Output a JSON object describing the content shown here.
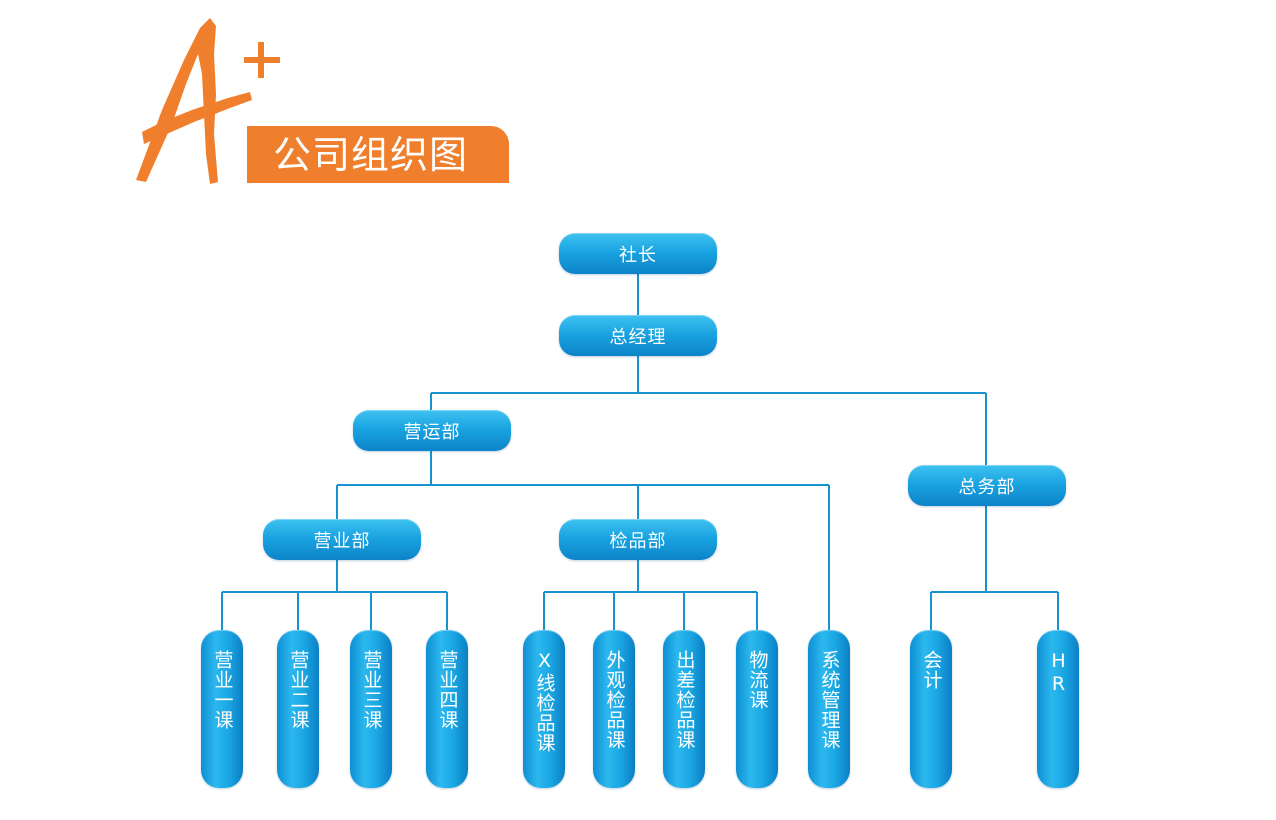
{
  "header": {
    "title": "公司组织图",
    "logo_text": "A+"
  },
  "colors": {
    "accent_orange": "#f07f2d",
    "node_blue": "#1aa4e1",
    "line_blue": "#1693cf"
  },
  "org": {
    "president": "社长",
    "general_manager": "总经理",
    "operations": "营运部",
    "general_affairs": "总务部",
    "sales_dept": "营业部",
    "inspection_dept": "检品部",
    "sales_1": "营业一课",
    "sales_2": "营业二课",
    "sales_3": "营业三课",
    "sales_4": "营业四课",
    "xray_inspection": "X线检品课",
    "visual_inspection": "外观检品课",
    "field_inspection": "出差检品课",
    "logistics": "物流课",
    "systems_management": "系统管理课",
    "accounting": "会计",
    "hr": "HR"
  }
}
